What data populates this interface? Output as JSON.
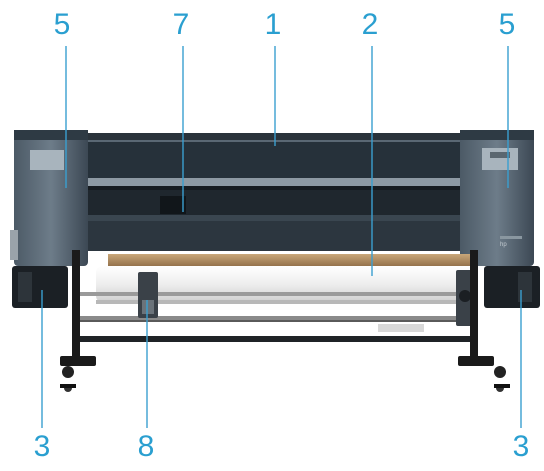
{
  "callouts": {
    "top": [
      "5",
      "7",
      "1",
      "2",
      "5"
    ],
    "bottom": [
      "3",
      "8",
      "3"
    ]
  },
  "colors": {
    "callout_text": "#2a9fd0",
    "leader_line": "#3a9fd0",
    "printer_body": "#3c4a55",
    "printer_dark": "#1c2228",
    "media_roll": "#f2f2f2",
    "stand": "#1a1a1a",
    "background": "#ffffff"
  },
  "illustration": {
    "subject": "large-format-printer",
    "brand_text": "hp"
  }
}
